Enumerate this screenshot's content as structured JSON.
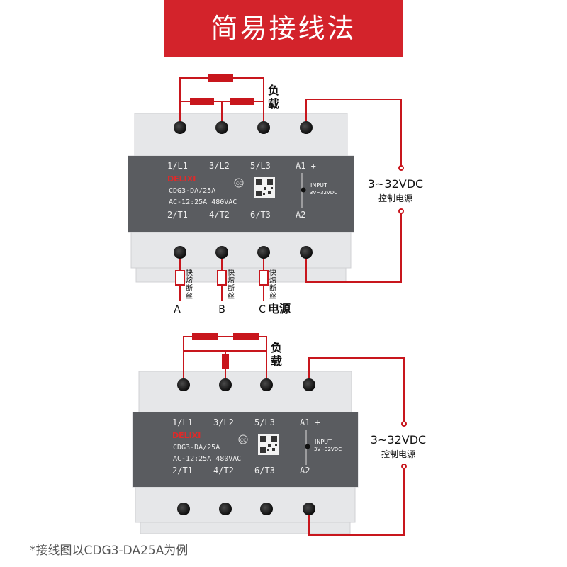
{
  "title": "简易接线法",
  "footnote": "*接线图以CDG3-DA25A为例",
  "colors": {
    "banner": "#d3232b",
    "wire": "#c8161d",
    "panel": "#5a5c60",
    "housing": "#e6e7e9"
  },
  "diagram1": {
    "terminals_top": [
      "1/L1",
      "3/L2",
      "5/L3",
      "A1 +"
    ],
    "terminals_bottom": [
      "2/T1",
      "4/T2",
      "6/T3",
      "A2 -"
    ],
    "brand": "DELIXI",
    "model": "CDG3-DA/25A",
    "rating": "AC-12:25A 480VAC",
    "input_label": "INPUT",
    "input_range": "3V~32VDC",
    "load_label": [
      "负",
      "载"
    ],
    "control_voltage": "3~32VDC",
    "control_label": "控制电源",
    "fuse_label": [
      "快",
      "熔",
      "断",
      "丝"
    ],
    "phases": [
      "A",
      "B",
      "C"
    ],
    "power_label": "电源"
  },
  "diagram2": {
    "terminals_top": [
      "1/L1",
      "3/L2",
      "5/L3",
      "A1 +"
    ],
    "terminals_bottom": [
      "2/T1",
      "4/T2",
      "6/T3",
      "A2 -"
    ],
    "brand": "DELIXI",
    "model": "CDG3-DA/25A",
    "rating": "AC-12:25A 480VAC",
    "input_label": "INPUT",
    "input_range": "3V~32VDC",
    "load_label": [
      "负",
      "载"
    ],
    "control_voltage": "3~32VDC",
    "control_label": "控制电源"
  }
}
